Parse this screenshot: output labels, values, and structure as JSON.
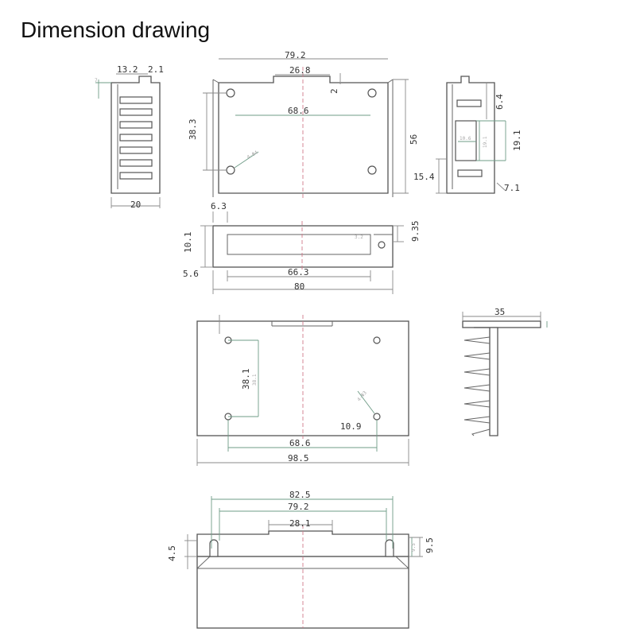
{
  "title": "Dimension drawing",
  "labels": {
    "side_left_top_a": "13.2",
    "side_left_top_b": "2.1",
    "side_left_width": "20",
    "front_top_width": "79.2",
    "front_tab_width": "26.8",
    "front_tab_depth": "2",
    "front_hole_spacing": "68.6",
    "front_hole_vertical": "38.3",
    "front_height": "56",
    "front_hole_dia": "4-Φ4",
    "side_right_slot": "6.4",
    "side_right_window_height": "19.1",
    "side_right_window_width": "10.6",
    "side_right_window_height_small": "19.1",
    "side_right_bottom": "15.4",
    "side_right_corner": "7.1",
    "top_left_offset": "6.3",
    "top_height": "10.1",
    "top_right_height": "9.35",
    "top_hole_dia": "3.2",
    "top_bottom_offset": "5.6",
    "top_window_width": "66.3",
    "top_overall_width": "80",
    "base_hole_vertical": "38.1",
    "base_hole_vertical_small": "38.1",
    "base_hole_dia": "4-Φ3",
    "base_hole_offset": "10.9",
    "base_hole_spacing": "68.6",
    "base_overall_width": "98.5",
    "heatsink_width": "35",
    "rear_width_a": "82.5",
    "rear_width_b": "79.2",
    "rear_tab_width": "28.1",
    "rear_left_height": "4.5",
    "rear_right_height": "9.5",
    "rear_right_height_small": "9.5"
  }
}
